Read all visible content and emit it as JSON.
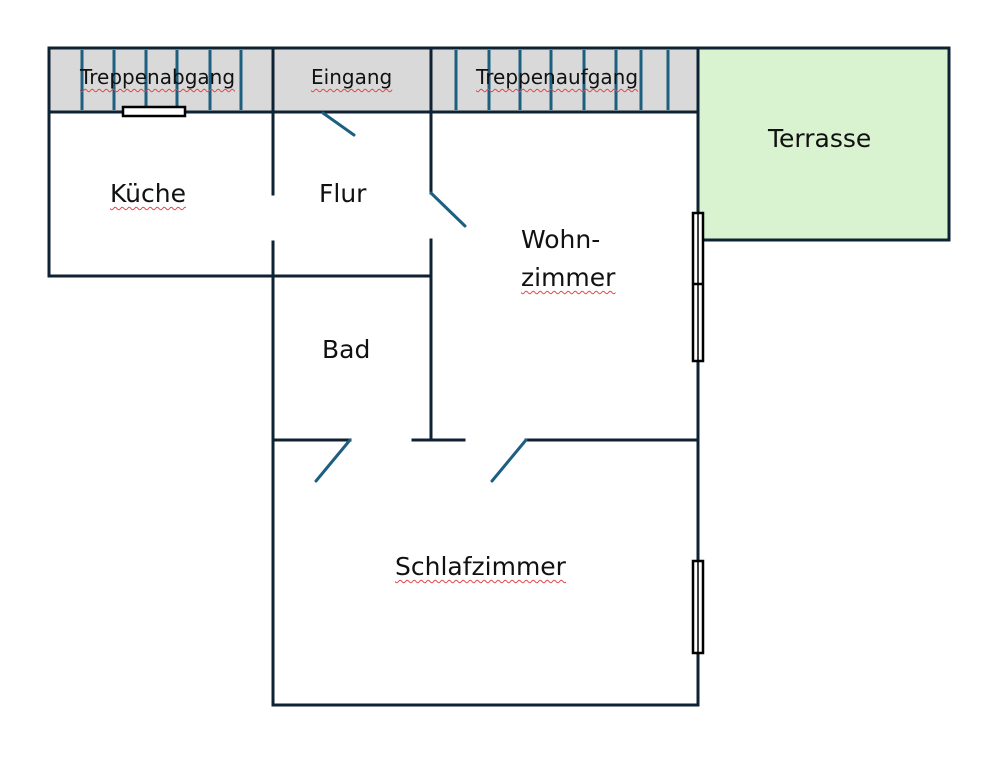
{
  "diagram": {
    "type": "floor-plan",
    "colors": {
      "wall": "#0f2233",
      "door": "#1d5f80",
      "stair_line": "#1d5f80",
      "stair_fill": "#d9d9d9",
      "terrace_fill": "#d9f2d0",
      "window": "#000000",
      "spellcheck_underline": "#e0454a"
    },
    "rooms": {
      "treppenabgang": {
        "label": "Treppenabgang",
        "spellcheck_flag": true
      },
      "eingang": {
        "label": "Eingang",
        "spellcheck_flag": true
      },
      "treppenaufgang": {
        "label": "Treppenaufgang",
        "spellcheck_flag": true
      },
      "terrasse": {
        "label": "Terrasse",
        "spellcheck_flag": false
      },
      "kueche": {
        "label": "Küche",
        "spellcheck_flag": true
      },
      "flur": {
        "label": "Flur",
        "spellcheck_flag": false
      },
      "wohnzimmer": {
        "label_line1": "Wohn-",
        "label_line2": "zimmer",
        "spellcheck_flag": true
      },
      "bad": {
        "label": "Bad",
        "spellcheck_flag": false
      },
      "schlafzimmer": {
        "label": "Schlafzimmer",
        "spellcheck_flag": true
      }
    },
    "stairs": {
      "treppenabgang_steps": 6,
      "treppenaufgang_steps": 8
    },
    "doors": [
      "eingang-flur",
      "flur-wohnzimmer",
      "flur-schlafzimmer",
      "wohnzimmer-schlafzimmer"
    ],
    "windows": [
      "kueche-north",
      "wohnzimmer-east",
      "schlafzimmer-east"
    ]
  }
}
